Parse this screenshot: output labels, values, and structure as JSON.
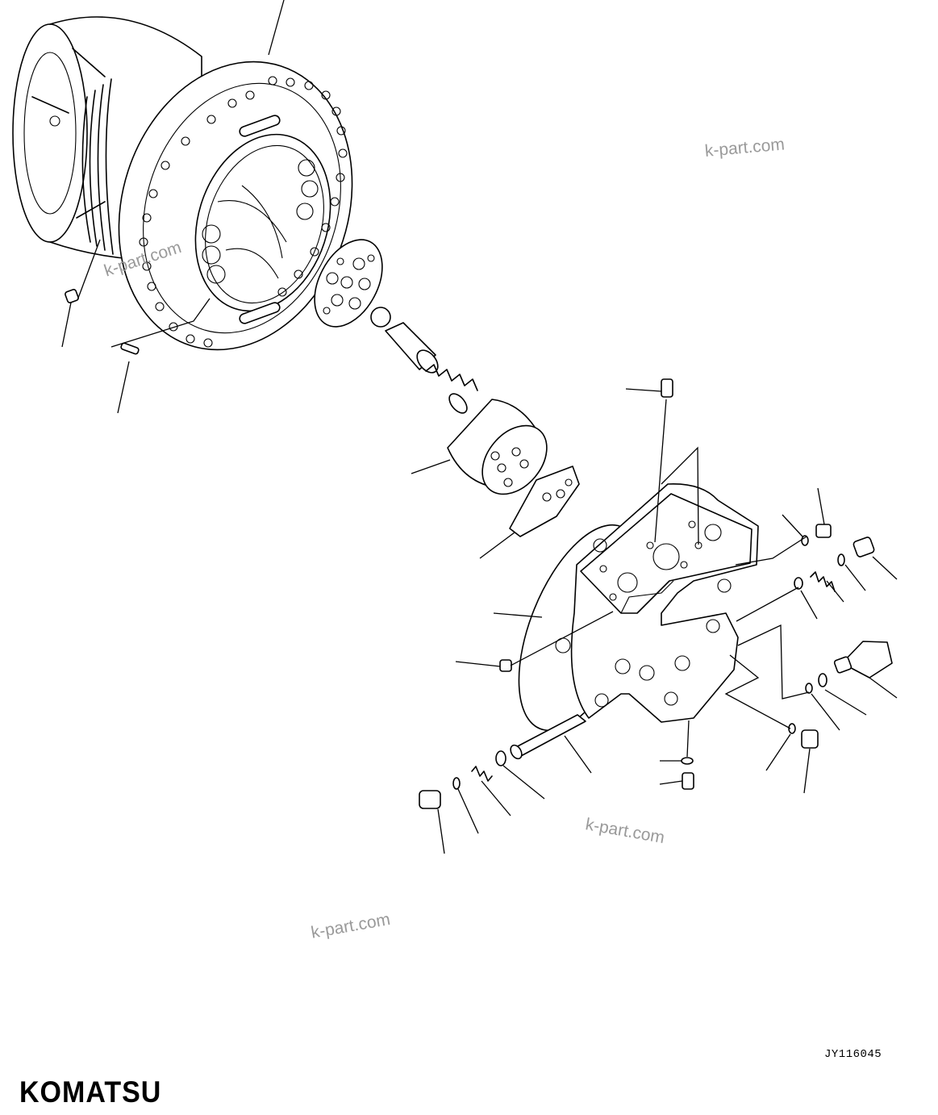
{
  "watermarks": [
    "k-part.com",
    "k-part.com",
    "k-part.com",
    "k-part.com"
  ],
  "drawing_code": "JY116045",
  "brand_logo": "KOMATSU"
}
